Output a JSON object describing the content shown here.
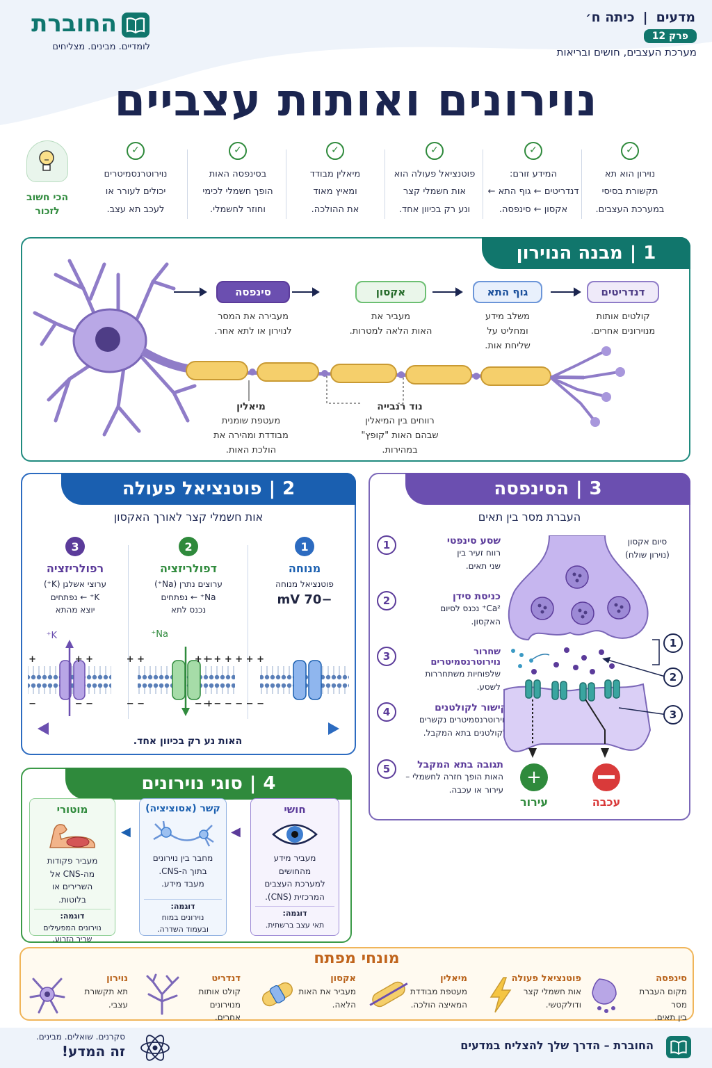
{
  "header": {
    "brand": "החוברת",
    "slogan": "לומדיים. מבינים. מצליחים",
    "subject": "מדעים",
    "grade": "כיתה ח׳",
    "chapter": "פרק 12",
    "unit": "מערכת העצבים, חושים ובריאות",
    "title": "נוירונים ואותות עצביים"
  },
  "key_points": [
    {
      "lines": [
        "נוירון הוא תא",
        "תקשורת בסיסי",
        "במערכת העצבים."
      ]
    },
    {
      "lines": [
        "המידע זורם:",
        "דנדריטים ← גוף התא ←",
        "אקסון ← סינפסה."
      ]
    },
    {
      "lines": [
        "פוטנציאל פעולה הוא",
        "אות חשמלי קצר",
        "ונע רק בכיוון אחד."
      ]
    },
    {
      "lines": [
        "מיאלין מבודד",
        "ומאיץ מאוד",
        "את ההולכה."
      ]
    },
    {
      "lines": [
        "בסינפסה האות",
        "הופך חשמלי לכימי",
        "וחוזר לחשמלי."
      ]
    },
    {
      "lines": [
        "נוירוטרנסמיטרים",
        "יכולים לעורר או",
        "לעכב תא עצב."
      ]
    }
  ],
  "remember": {
    "line1": "הכי חשוב",
    "line2": "לזכור"
  },
  "section1": {
    "number": "1",
    "title": "מבנה הנוירון",
    "parts": [
      {
        "name": "דנדריטים",
        "desc": [
          "קולטים אותות",
          "מנוירונים אחרים."
        ]
      },
      {
        "name": "גוף התא",
        "desc": [
          "משלב מידע",
          "ומחליט על",
          "שליחת אות."
        ]
      },
      {
        "name": "אקסון",
        "desc": [
          "מעביר את",
          "האות הלאה למטרות."
        ]
      },
      {
        "name": "סינפסה",
        "desc": [
          "מעבירה את המסר",
          "לנוירון או לתא אחר."
        ]
      }
    ],
    "myelin": {
      "name": "מיאלין",
      "desc": [
        "מעטפת שומנית",
        "מבודדת ומהירה את",
        "הולכת האות."
      ]
    },
    "ranvier": {
      "name": "נוד רנבייה",
      "desc": [
        "רווחים בין המיאלין",
        "שבהם האות \"קופץ\"",
        "במהירות."
      ]
    }
  },
  "section2": {
    "number": "2",
    "title": "פוטנציאל פעולה",
    "subtitle": "אות חשמלי קצר לאורך האקסון",
    "stages": [
      {
        "num": "1",
        "name": "מנוחה",
        "desc": [
          "פוטנציאל מנוחה"
        ],
        "value": "−70 mV"
      },
      {
        "num": "2",
        "name": "דפולריזציה",
        "desc": [
          "ערוצים נתרן (Na⁺)",
          "Na⁺ ← נפתחים",
          "נכנס לתא"
        ],
        "ion": "Na⁺"
      },
      {
        "num": "3",
        "name": "רפולריזציה",
        "desc": [
          "ערוצי אשלגן (K⁺)",
          "K⁺ ← נפתחים",
          "יוצא מהתא"
        ],
        "ion": "K⁺"
      }
    ],
    "direction": "האות נע רק בכיוון אחד."
  },
  "section3": {
    "number": "3",
    "title": "הסינפסה",
    "subtitle": "העברת מסר בין תאים",
    "axon_label": [
      "סיום אקסון",
      "(נוירון שולח)"
    ],
    "steps": [
      {
        "num": "1",
        "name": "שסע סינפטי",
        "desc": [
          "רווח זעיר בין",
          "שני תאים."
        ]
      },
      {
        "num": "2",
        "name": "כניסת סידן",
        "desc": [
          "Ca²⁺ נכנס לסיום",
          "האקסון."
        ]
      },
      {
        "num": "3",
        "name": "שחרור נוירוטרנסמיטרים",
        "desc": [
          "שלפוחיות משתחררות",
          "לשסע."
        ]
      },
      {
        "num": "4",
        "name": "קישור לקולטנים",
        "desc": [
          "נוירוטרנסמיטרים נקשרים",
          "לקולטנים בתא המקבל."
        ]
      },
      {
        "num": "5",
        "name": "תגובה בתא המקבל",
        "desc": [
          "האות הופך חזרה לחשמלי –",
          "עירור או עכבה."
        ]
      }
    ],
    "diagram_nums": [
      "1",
      "2",
      "3"
    ],
    "excite": "עירור",
    "inhibit": "עכבה"
  },
  "section4": {
    "number": "4",
    "title": "סוגי נוירונים",
    "types": [
      {
        "name": "חושי",
        "desc": [
          "מעביר מידע",
          "מהחושים",
          "למערכת העצבים",
          "המרכזית (CNS)."
        ],
        "example_label": "דוגמה:",
        "example": [
          "תאי עצב ברשתית."
        ]
      },
      {
        "name": "קשר (אסוציציה)",
        "desc": [
          "מחבר בין נוירונים",
          "בתוך ה-CNS.",
          "מעבד מידע."
        ],
        "example_label": "דוגמה:",
        "example": [
          "נוירונים במוח",
          "ובעמוד השדרה."
        ]
      },
      {
        "name": "מוטורי",
        "desc": [
          "מעביר פקודות",
          "מה-CNS אל",
          "השרירים או",
          "בלוטות."
        ],
        "example_label": "דוגמה:",
        "example": [
          "נוירונים המפעילים",
          "שריר הזרוע."
        ]
      }
    ]
  },
  "terms": {
    "title": "מונחי מפתח",
    "items": [
      {
        "name": "סינפסה",
        "desc": [
          "מקום העברת מסר",
          "בין תאים."
        ]
      },
      {
        "name": "פוטנציאל פעולה",
        "desc": [
          "אות חשמלי קצר",
          "ודולקטשי."
        ]
      },
      {
        "name": "מיאלין",
        "desc": [
          "מעטפת מבודדת",
          "המאיצה הולכה."
        ]
      },
      {
        "name": "אקסון",
        "desc": [
          "מעביר את האות",
          "הלאה."
        ]
      },
      {
        "name": "דנדריט",
        "desc": [
          "קולט אותות",
          "מנוירונים אחרים."
        ]
      },
      {
        "name": "נוירון",
        "desc": [
          "תא תקשורת",
          "עצבי."
        ]
      }
    ]
  },
  "footer": {
    "tagline": "החוברת – הדרך שלך להצליח במדעים",
    "motto1": "סקרנים. שואלים. מבינים.",
    "motto2": "זה המדע!"
  },
  "colors": {
    "navy": "#1b2550",
    "teal": "#11766c",
    "blue": "#1a5fb0",
    "purple": "#5b3b9a",
    "green": "#2f8a3c",
    "orange": "#e7a43a"
  }
}
